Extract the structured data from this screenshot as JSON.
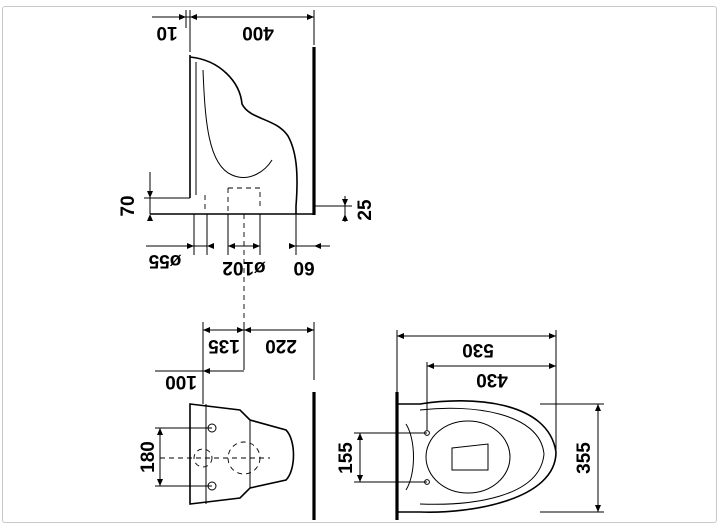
{
  "views": {
    "side": {
      "dims": {
        "gap": "10",
        "depth": "400",
        "height_low": "70",
        "height_small": "25",
        "pipe_small": "ø55",
        "pipe_large": "ø102",
        "offset": "60"
      }
    },
    "rear": {
      "dims": {
        "outlet_offset": "135",
        "outlet_to_front": "220",
        "center": "100",
        "bolt_spacing": "180"
      }
    },
    "top": {
      "dims": {
        "total_length": "530",
        "bowl_length": "430",
        "width": "355",
        "fixing_spacing": "155"
      }
    }
  }
}
